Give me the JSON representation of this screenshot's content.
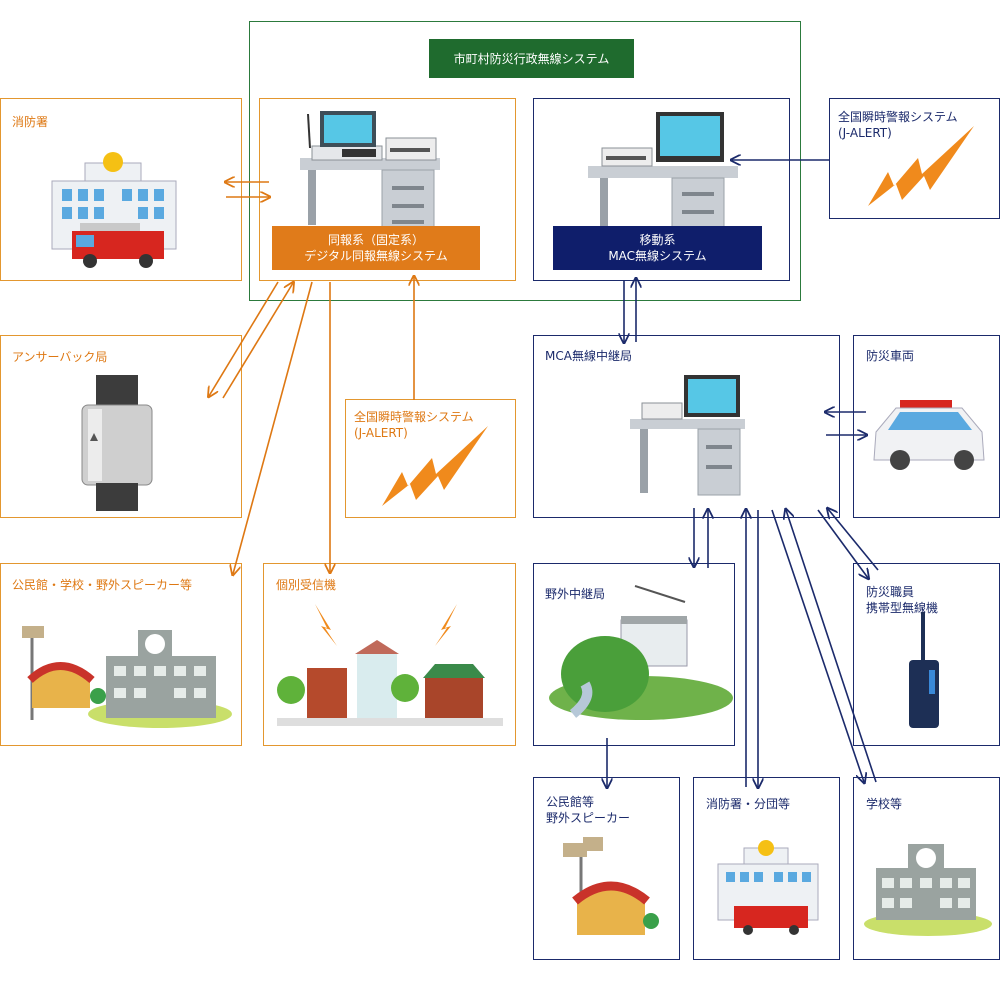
{
  "title": "市町村防災行政無線システム",
  "fixed_system": "同報系（固定系）\nデジタル同報無線システム",
  "mobile_system": "移動系\nMAC無線システム",
  "fire_station": "消防署",
  "jalert": "全国瞬時警報システム\n(J-ALERT)",
  "answerback": "アンサーバック局",
  "public_hall_school": "公民館・学校・野外スピーカー等",
  "individual_receiver": "個別受信機",
  "mca_relay": "MCA無線中継局",
  "disaster_vehicle": "防災車両",
  "outdoor_relay": "野外中継局",
  "staff_radio": "防災職員\n携帯型無線機",
  "hall_speaker": "公民館等\n野外スピーカー",
  "fire_branch": "消防署・分団等",
  "schools": "学校等",
  "colors": {
    "orange": "#de7813",
    "navy": "#1b2a6b",
    "green": "#1f6b2e"
  }
}
